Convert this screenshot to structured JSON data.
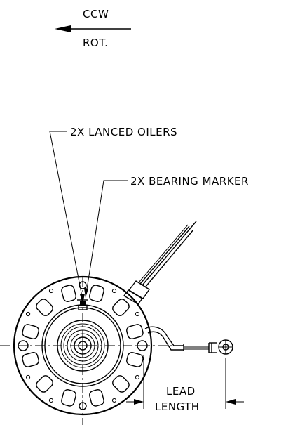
{
  "rotation": {
    "direction": "CCW",
    "label": "ROT."
  },
  "callouts": {
    "oilers": "2X LANCED OILERS",
    "bearing_marker": "2X BEARING MARKER"
  },
  "dimension": {
    "line1": "LEAD",
    "line2": "LENGTH"
  },
  "icons": {
    "rotation_arrow": "arrow-left-icon",
    "motor": "motor-end-view-icon",
    "terminal": "ring-terminal-icon"
  }
}
